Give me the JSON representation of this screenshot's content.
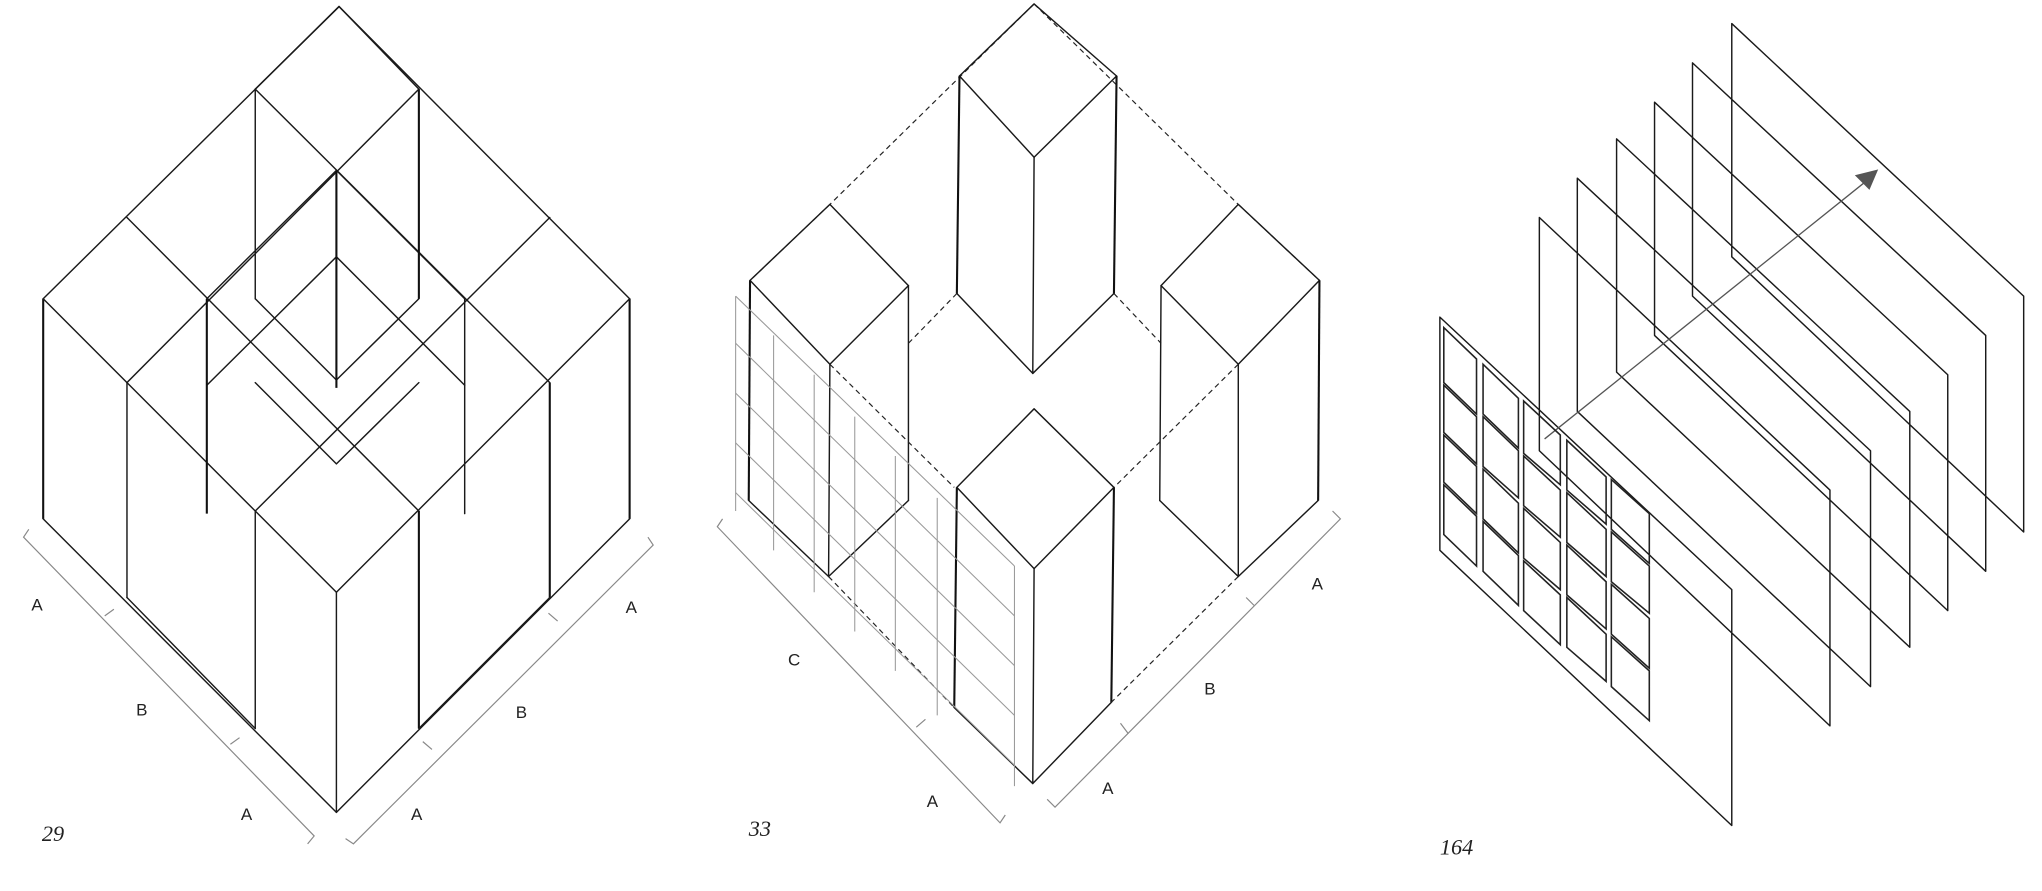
{
  "figures": [
    {
      "number": "29",
      "left_dimension_labels": [
        "A",
        "B",
        "A"
      ],
      "right_dimension_labels": [
        "A",
        "B",
        "A"
      ]
    },
    {
      "number": "33",
      "left_dimension_labels": [
        "C",
        "A"
      ],
      "right_dimension_labels": [
        "A",
        "B",
        "A"
      ]
    },
    {
      "number": "164",
      "layer_count": 7,
      "front_panel_grid": {
        "columns": 5,
        "rows": 4
      }
    }
  ],
  "colors": {
    "line": "#1a1a1a",
    "dimension_line": "#888888",
    "arrowhead": "#555555",
    "background": "#ffffff"
  }
}
